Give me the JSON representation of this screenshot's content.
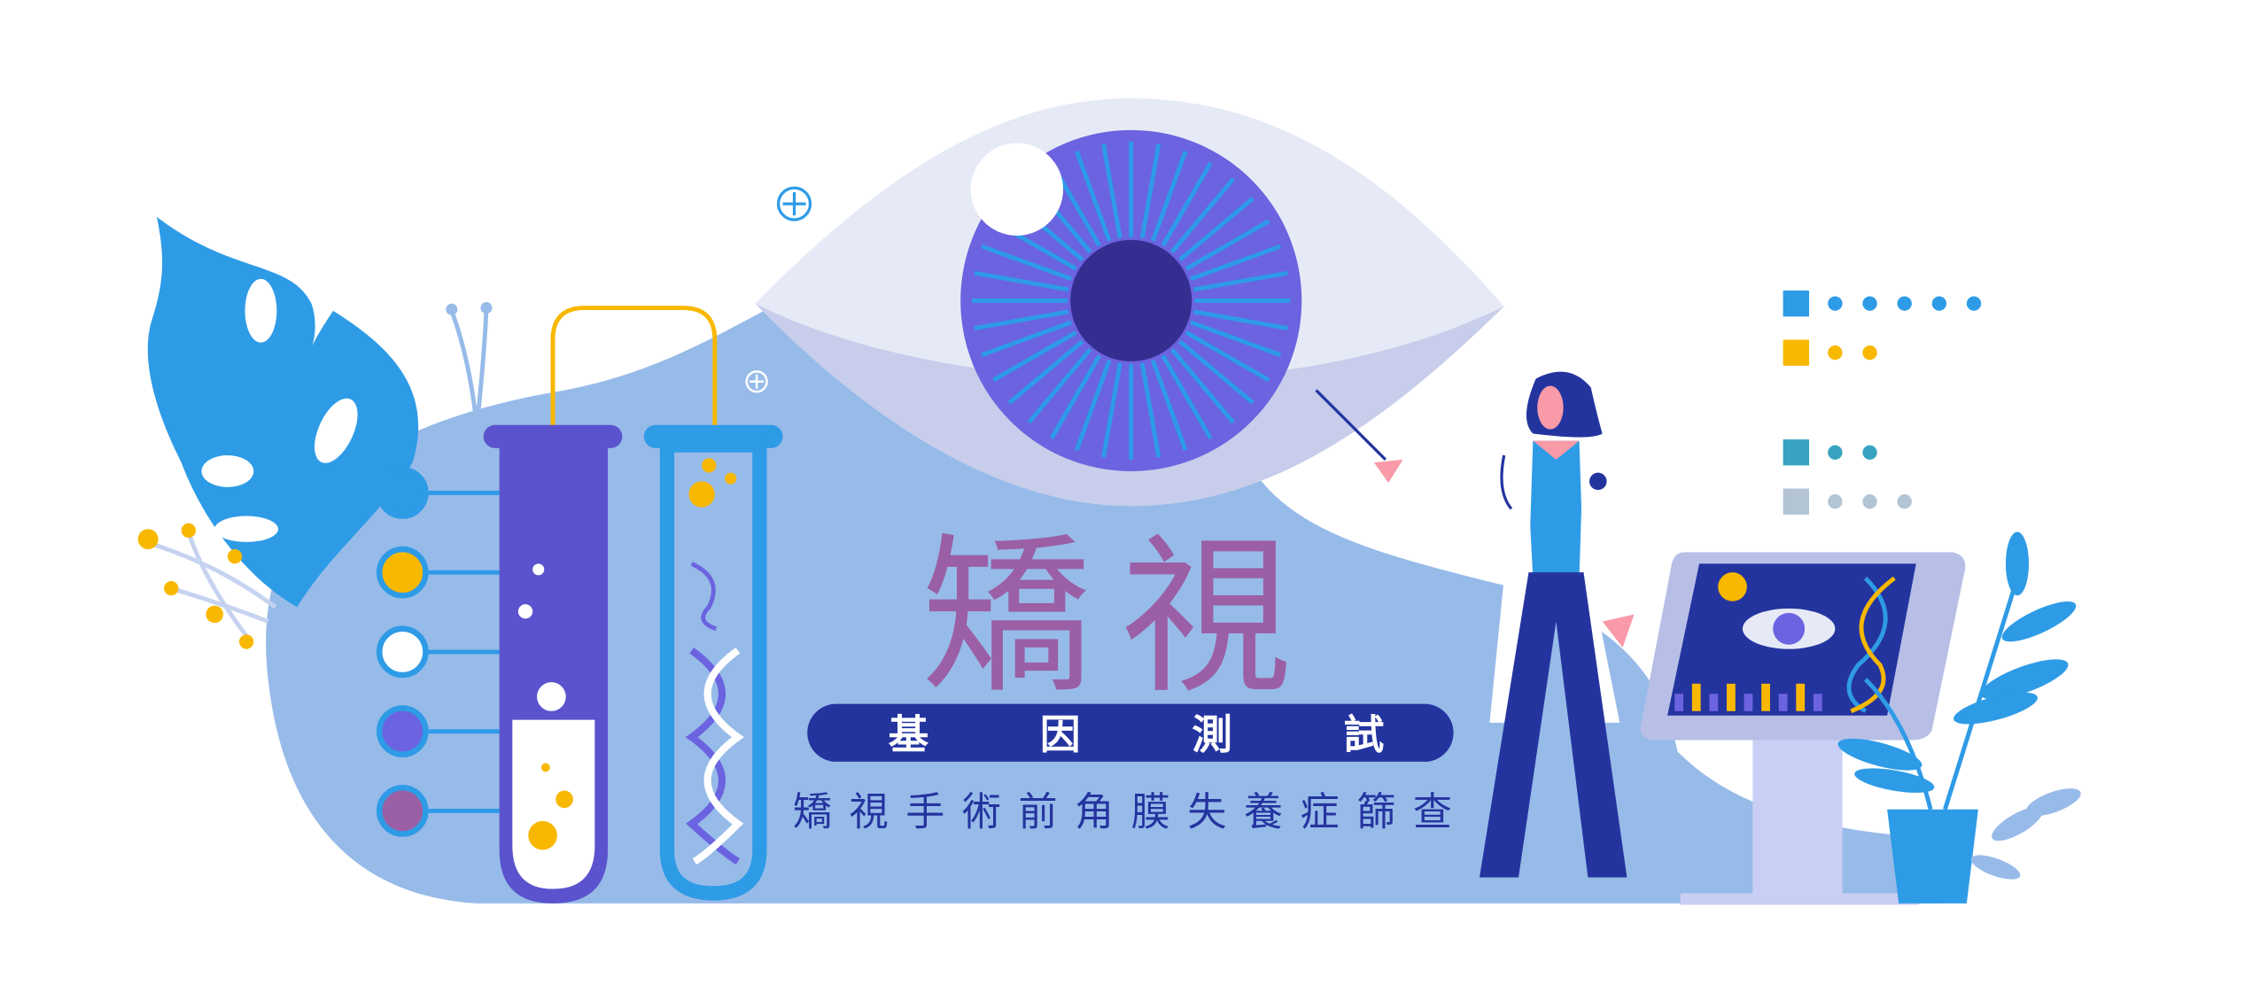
{
  "banner": {
    "title": "矯視",
    "pill_chars": [
      "基",
      "因",
      "測",
      "試"
    ],
    "subtitle": "矯視手術前角膜失養症篩查"
  },
  "colors": {
    "background_blob": "#97bbe9",
    "title": "#9b5fa5",
    "pill": "#24349f",
    "subtitle": "#24349f",
    "iris": "#6b63e0",
    "iris_rays": "#2d9be8",
    "pupil": "#352e91",
    "leaf": "#2e9be6",
    "accent_yellow": "#f8b800"
  }
}
